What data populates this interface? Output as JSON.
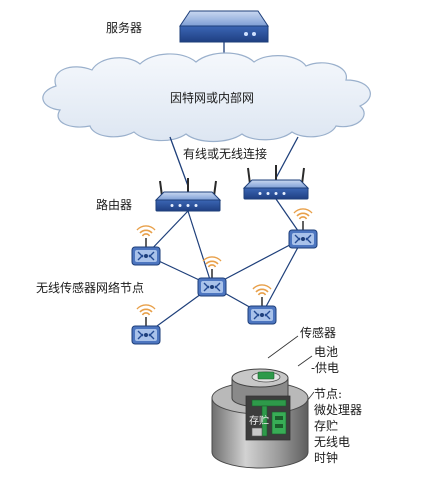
{
  "labels": {
    "server": "服务器",
    "internet": "因特网或内部网",
    "connection": "有线或无线连接",
    "router": "路由器",
    "sensor_nodes": "无线传感器网络节点"
  },
  "node_callout": {
    "sensor": "传感器",
    "battery": "电池",
    "power": "-供电",
    "node_title": "节点:",
    "microprocessor": "微处理器",
    "storage": "存贮",
    "radio": "无线电",
    "clock": "时钟",
    "inner": "存贮"
  },
  "colors": {
    "device_blue": "#2f5aa8",
    "device_light": "#9fb8e0",
    "cloud_fill": "#e7eef8",
    "cloud_stroke": "#9ab0cc",
    "line": "#1e3f7a",
    "signal_orange": "#e8a04a",
    "node_gray": "#8d8d8d",
    "pcb_green": "#2e9a4a"
  }
}
